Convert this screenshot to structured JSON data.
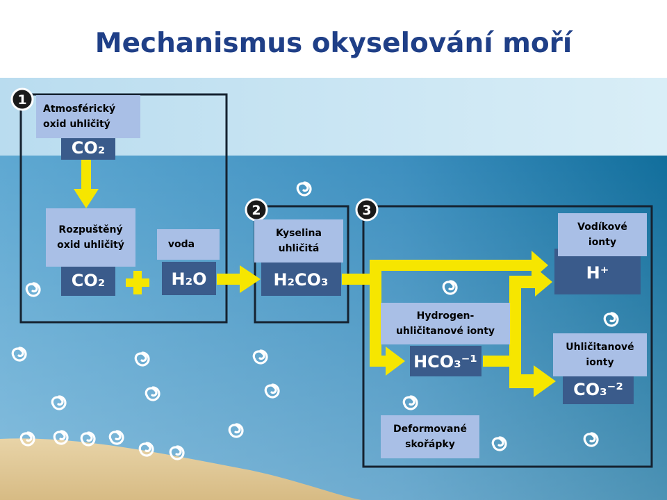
{
  "title": "Mechanismus okyselování moří",
  "steps": [
    "1",
    "2",
    "3"
  ],
  "labels": {
    "atmospheric": "Atmosférický oxid uhličitý",
    "dissolved": "Rozpuštěný oxid uhličitý",
    "water": "voda",
    "carbonic_acid": "Kyselina uhličitá",
    "hydrogen_ions": "Vodíkové ionty",
    "bicarbonate_ions": "Hydrogen-uhličitanové ionty",
    "carbonate_ions": "Uhličitanové ionty",
    "deformed_shells": "Deformované skořápky"
  },
  "species": {
    "co2_air": "CO₂",
    "co2_dissolved": "CO₂",
    "h2o": "H₂O",
    "h2co3": "H₂CO₃",
    "hco3": "HCO₃⁻¹",
    "h_plus": "H⁺",
    "co3": "CO₃⁻²",
    "plus": "+"
  },
  "colors": {
    "title": "#1f3f87",
    "sky": "#c9e3f2",
    "sea": "#5ca0cc",
    "sea_deep": "#1a7aa6",
    "sand": "#e6cf9f",
    "arrow": "#f6e600",
    "species_box": "#3a5b8b",
    "label_box": "#a9bfe6"
  },
  "icons": [
    "shell-icon",
    "plus-icon",
    "arrow-icon"
  ]
}
